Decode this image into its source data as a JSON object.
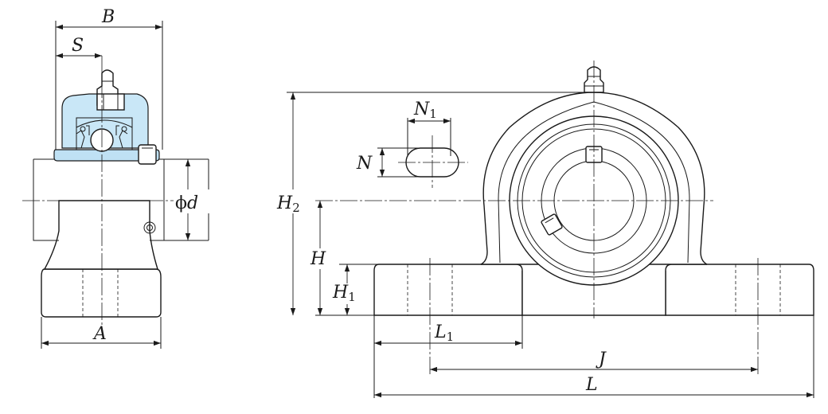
{
  "labels": {
    "B": "B",
    "S": "S",
    "phi": "ϕ",
    "d": "d",
    "A": "A",
    "N": "N",
    "N1_main": "N",
    "N1_sub": "1",
    "H2_main": "H",
    "H2_sub": "2",
    "H": "H",
    "H1_main": "H",
    "H1_sub": "1",
    "L1_main": "L",
    "L1_sub": "1",
    "J": "J",
    "L": "L"
  },
  "colors": {
    "bearing_housing": "#c9e7f7",
    "bearing_insert": "#bfe1f4",
    "line": "#1a1a1a"
  }
}
